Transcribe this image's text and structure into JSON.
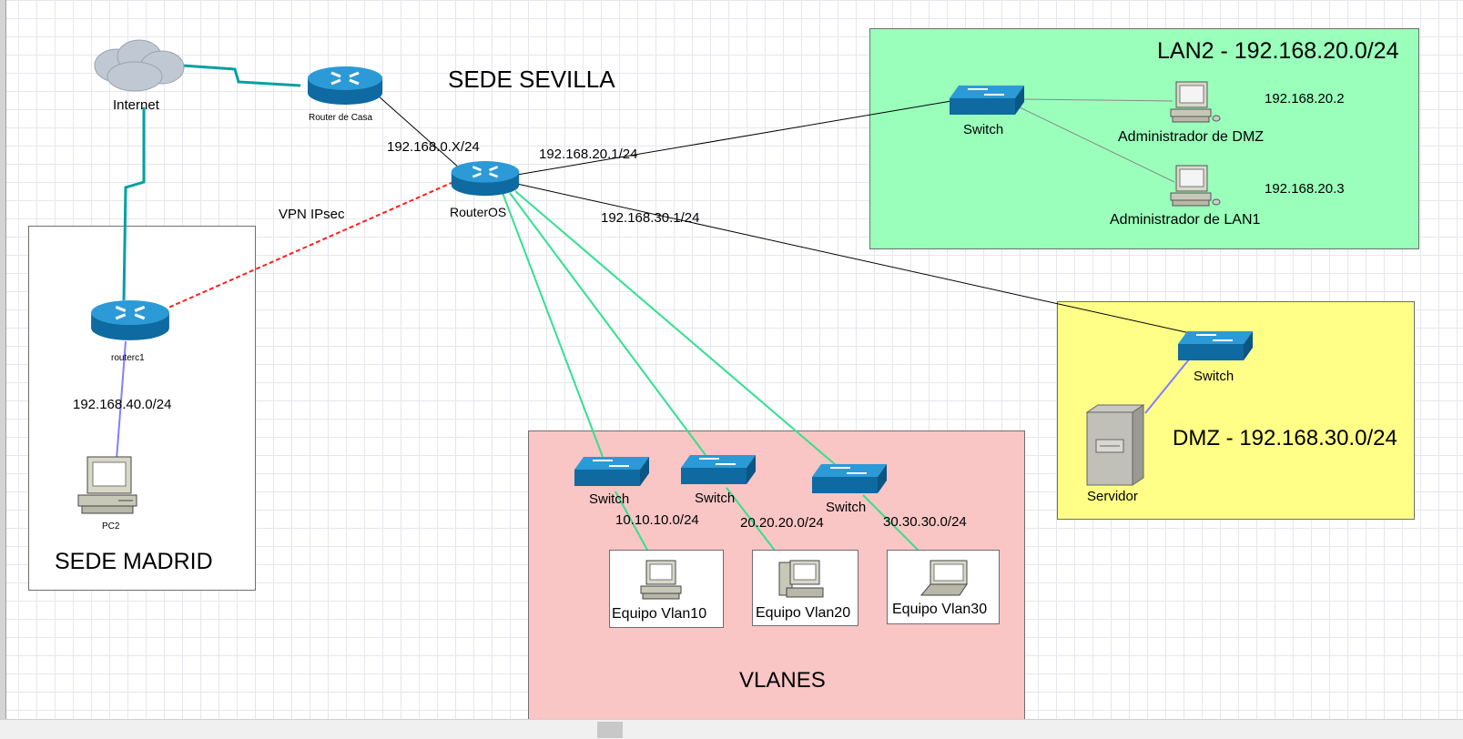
{
  "zones": {
    "madrid": {
      "label": "SEDE MADRID",
      "color": "#ffffff"
    },
    "lan2": {
      "label": "LAN2 - 192.168.20.0/24",
      "color": "#99ffbb"
    },
    "dmz": {
      "label": "DMZ - 192.168.30.0/24",
      "color": "#ffff88"
    },
    "vlanes": {
      "label": "VLANES",
      "color": "#f9c5c5"
    }
  },
  "headings": {
    "sevilla": "SEDE SEVILLA"
  },
  "devices": {
    "internet": "Internet",
    "router_casa": "Router de Casa",
    "routeros": "RouterOS",
    "routerc1": "routerc1",
    "pc2": "PC2",
    "switch_lan2": "Switch",
    "admin_dmz": "Administrador de DMZ",
    "admin_lan1": "Administrador de LAN1",
    "switch_dmz": "Switch",
    "servidor": "Servidor",
    "switch_v10": "Switch",
    "switch_v20": "Switch",
    "switch_v30": "Switch",
    "equipo_v10": "Equipo Vlan10",
    "equipo_v20": "Equipo Vlan20",
    "equipo_v30": "Equipo Vlan30"
  },
  "link_labels": {
    "wan": "192.168.0.X/24",
    "lan2": "192.168.20.1/24",
    "dmz": "192.168.30.1/24",
    "vpn": "VPN IPsec",
    "madrid": "192.168.40.0/24",
    "vlan10": "10.10.10.0/24",
    "vlan20": "20.20.20.0/24",
    "vlan30": "30.30.30.0/24",
    "host_20_2": "192.168.20.2",
    "host_20_3": "192.168.20.3"
  },
  "colors": {
    "router": "#1e8ac8",
    "switch": "#1e8ac8",
    "vlan_link": "#33e090",
    "vpn_link": "#ff2020",
    "serial_link": "#00a0a0",
    "lan_link": "#8080ff"
  }
}
